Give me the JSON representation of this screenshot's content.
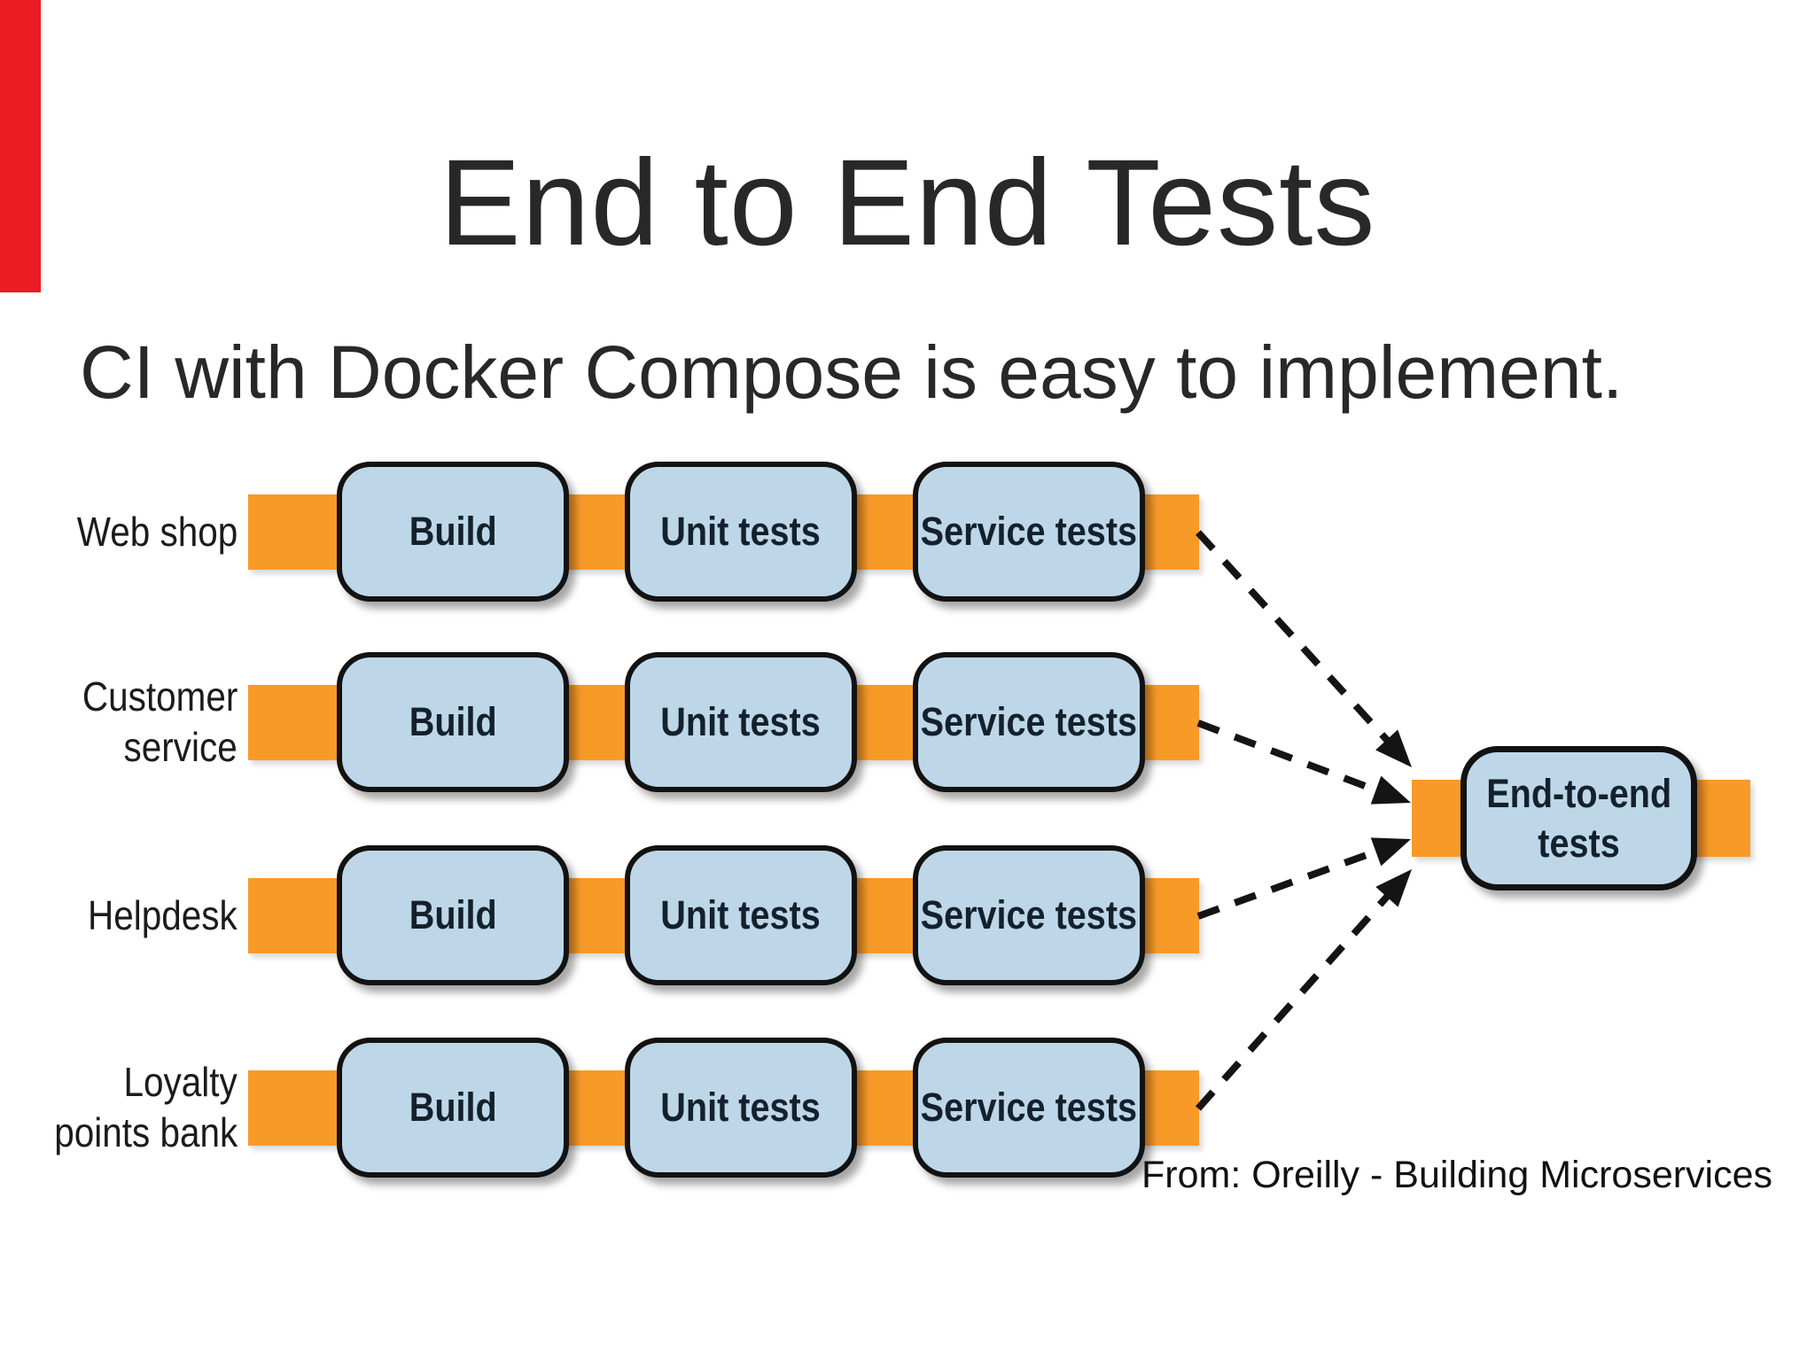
{
  "slide": {
    "title": "End to End Tests",
    "subtitle": "CI with Docker Compose is easy to implement.",
    "attribution": "From: Oreilly - Building Microservices"
  },
  "colors": {
    "ribbon_red": "#EB1C24",
    "orange": "#F79A28",
    "box_blue": "#BDD7E9",
    "box_border": "#121212",
    "box_text": "#14212C",
    "ink": "#282828",
    "arrow_black": "#141414"
  },
  "diagram": {
    "rows": [
      {
        "name": "Web shop",
        "label_lines": [
          "Web shop"
        ],
        "stages": [
          "Build",
          "Unit tests",
          "Service tests"
        ]
      },
      {
        "name": "Customer service",
        "label_lines": [
          "Customer",
          "service"
        ],
        "stages": [
          "Build",
          "Unit tests",
          "Service tests"
        ]
      },
      {
        "name": "Helpdesk",
        "label_lines": [
          "Helpdesk"
        ],
        "stages": [
          "Build",
          "Unit tests",
          "Service tests"
        ]
      },
      {
        "name": "Loyalty points bank",
        "label_lines": [
          "Loyalty",
          "points bank"
        ],
        "stages": [
          "Build",
          "Unit tests",
          "Service tests"
        ]
      }
    ],
    "final": {
      "label_lines": [
        "End-to-end",
        "tests"
      ]
    }
  }
}
